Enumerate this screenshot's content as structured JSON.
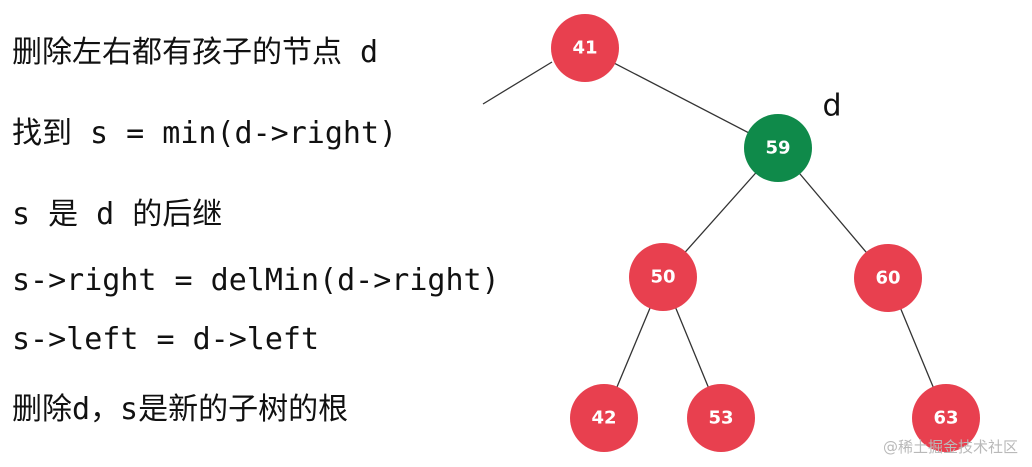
{
  "steps": [
    "删除左右都有孩子的节点 d",
    "找到 s = min(d->right)",
    "s 是 d 的后继",
    "s->right = delMin(d->right)",
    "s->left = d->left",
    "删除d，s是新的子树的根"
  ],
  "tree": {
    "colors": {
      "red": "#e8404f",
      "green": "#0f8a4a",
      "text": "#ffffff"
    },
    "nodes": [
      {
        "id": "n41",
        "label": "41",
        "color": "red"
      },
      {
        "id": "n59",
        "label": "59",
        "color": "green"
      },
      {
        "id": "n50",
        "label": "50",
        "color": "red"
      },
      {
        "id": "n60",
        "label": "60",
        "color": "red"
      },
      {
        "id": "n42",
        "label": "42",
        "color": "red"
      },
      {
        "id": "n53",
        "label": "53",
        "color": "red"
      },
      {
        "id": "n63",
        "label": "63",
        "color": "red"
      }
    ],
    "edges": [
      [
        "n41",
        "n59"
      ],
      [
        "n59",
        "n50"
      ],
      [
        "n59",
        "n60"
      ],
      [
        "n50",
        "n42"
      ],
      [
        "n50",
        "n53"
      ],
      [
        "n60",
        "n63"
      ]
    ],
    "marker": {
      "text": "d",
      "node": "n59"
    }
  },
  "watermark": "@稀土掘金技术社区"
}
